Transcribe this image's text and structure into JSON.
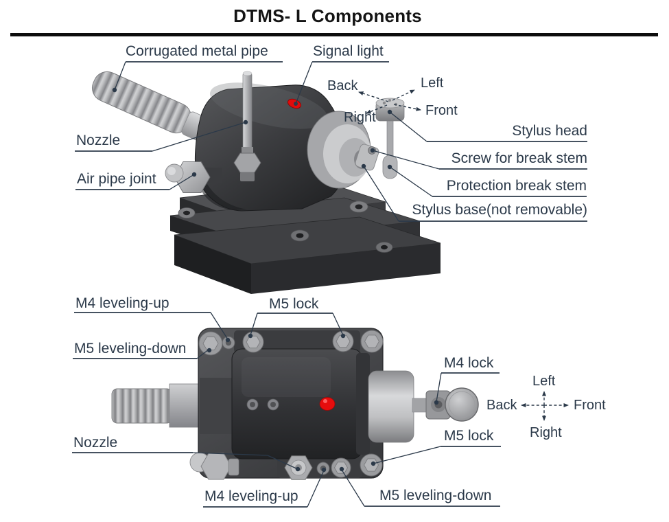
{
  "title": "DTMS- L Components",
  "perspective_view": {
    "labels": {
      "corrugated_metal_pipe": "Corrugated metal pipe",
      "signal_light": "Signal light",
      "nozzle": "Nozzle",
      "air_pipe_joint": "Air pipe joint",
      "stylus_head": "Stylus head",
      "screw_for_break_stem": "Screw for break stem",
      "protection_break_stem": "Protection break stem",
      "stylus_base": "Stylus base(not removable)"
    },
    "orientation": {
      "back": "Back",
      "left": "Left",
      "right": "Right",
      "front": "Front"
    }
  },
  "top_view": {
    "labels": {
      "m4_leveling_up_top": "M4 leveling-up",
      "m5_lock_top": "M5 lock",
      "m5_leveling_down_left": "M5 leveling-down",
      "m4_lock": "M4 lock",
      "m5_lock_right": "M5 lock",
      "nozzle": "Nozzle",
      "m4_leveling_up_bottom": "M4 leveling-up",
      "m5_leveling_down_bottom": "M5 leveling-down"
    },
    "orientation": {
      "left": "Left",
      "back": "Back",
      "front": "Front",
      "right": "Right"
    }
  },
  "colors": {
    "label_text": "#2b3949",
    "leader_line": "#2b3949",
    "title_text": "#141414",
    "divider": "#0d0d0d",
    "signal_light_red": "#e10b0b",
    "machine_dark": "#2c2d2f",
    "machine_light": "#c9cacc",
    "background": "#ffffff"
  }
}
